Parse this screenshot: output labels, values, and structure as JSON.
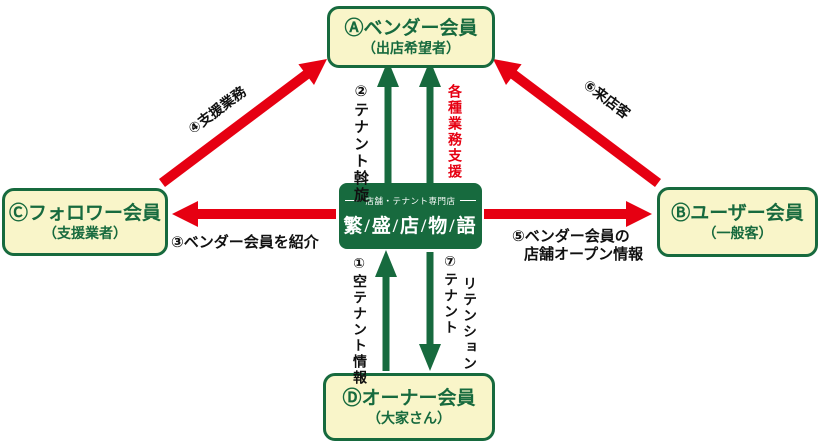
{
  "colors": {
    "green": "#176a3e",
    "red": "#e60012",
    "cream": "#f9f5c9",
    "white": "#ffffff"
  },
  "nodes": {
    "vendor": {
      "title": "Ⓐベンダー会員",
      "subtitle": "（出店希望者）"
    },
    "user": {
      "title": "Ⓑユーザー会員",
      "subtitle": "（一般客）"
    },
    "follower": {
      "title": "Ⓒフォロワー会員",
      "subtitle": "（支援業者）"
    },
    "owner": {
      "title": "Ⓓオーナー会員",
      "subtitle": "（大家さん）"
    }
  },
  "center": {
    "tagline": "店舗・テナント専門店",
    "name": "繁/盛/店/物/語"
  },
  "labels": {
    "l1": "①空テナント情報",
    "l2": "②テナント斡旋",
    "l3": "③ベンダー会員を紹介",
    "l4": "④支援業務",
    "l5_line1": "⑤ベンダー会員の",
    "l5_line2": "店舗オープン情報",
    "l6": "⑥来店客",
    "l7_line1": "⑦テナント",
    "l7_line2": "リテンション",
    "support": "各種業務支援"
  },
  "arrows": [
    {
      "from": "follower",
      "to": "vendor",
      "color": "red",
      "label": "④支援業務"
    },
    {
      "from": "user",
      "to": "vendor",
      "color": "red",
      "label": "⑥来店客"
    },
    {
      "from": "center",
      "to": "follower",
      "color": "red",
      "label": "③ベンダー会員を紹介"
    },
    {
      "from": "center",
      "to": "user",
      "color": "red",
      "label": "⑤ベンダー会員の店舗オープン情報"
    },
    {
      "from": "center",
      "to": "vendor",
      "color": "green",
      "label": "②テナント斡旋"
    },
    {
      "from": "center",
      "to": "vendor",
      "color": "green",
      "label": "各種業務支援"
    },
    {
      "from": "owner",
      "to": "center",
      "color": "green",
      "label": "①空テナント情報"
    },
    {
      "from": "center",
      "to": "owner",
      "color": "green",
      "label": "⑦テナントリテンション"
    }
  ]
}
